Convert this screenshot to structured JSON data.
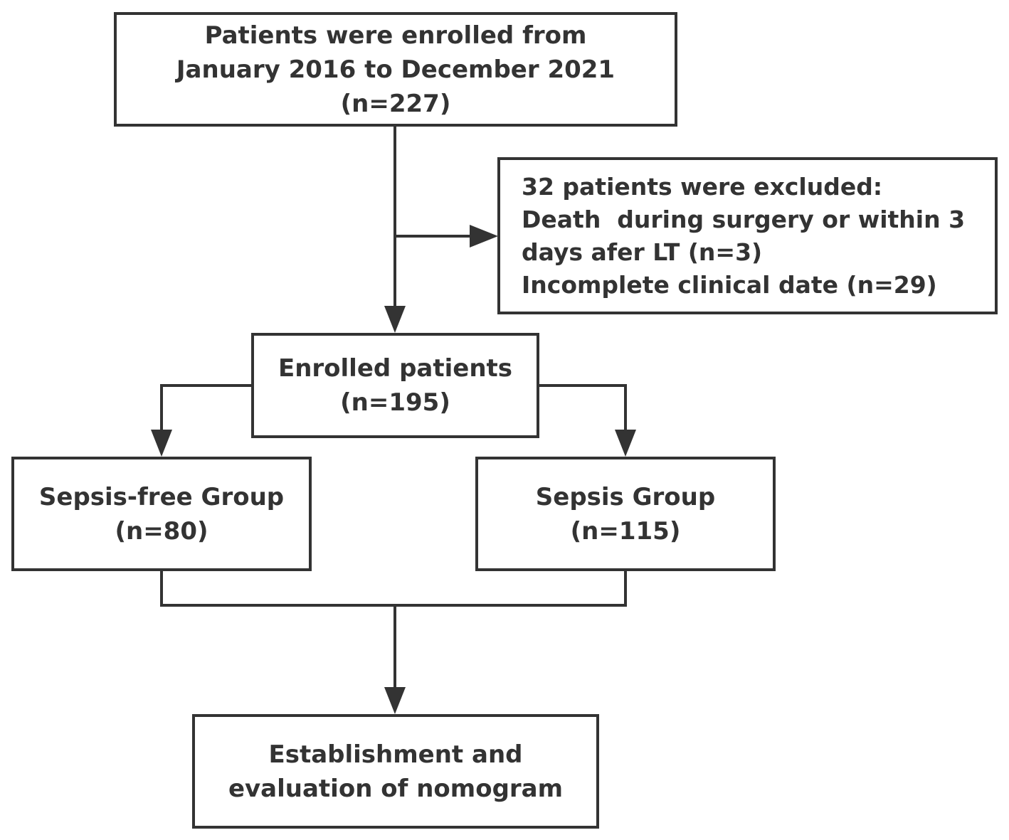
{
  "diagram": {
    "colors": {
      "stroke": "#333333",
      "text": "#333333",
      "background": "#ffffff"
    },
    "nodes": {
      "enrolled_all": {
        "lines": [
          "Patients were enrolled from",
          "January 2016 to December 2021",
          "(n=227)"
        ]
      },
      "excluded": {
        "lines": [
          "32 patients were excluded:",
          "Death  during surgery or within 3",
          "days afer LT (n=3)",
          "Incomplete clinical date (n=29)"
        ]
      },
      "enrolled_final": {
        "lines": [
          "Enrolled patients",
          "(n=195)"
        ]
      },
      "sepsis_free": {
        "lines": [
          "Sepsis-free Group",
          "(n=80)"
        ]
      },
      "sepsis": {
        "lines": [
          "Sepsis Group",
          "(n=115)"
        ]
      },
      "nomogram": {
        "lines": [
          "Establishment and",
          "evaluation of nomogram"
        ]
      }
    },
    "edges": [
      {
        "from": "enrolled_all",
        "to": "enrolled_final"
      },
      {
        "from": "enrolled_all",
        "to": "excluded"
      },
      {
        "from": "enrolled_final",
        "to": "sepsis_free"
      },
      {
        "from": "enrolled_final",
        "to": "sepsis"
      },
      {
        "from": "sepsis_free",
        "to": "nomogram"
      },
      {
        "from": "sepsis",
        "to": "nomogram"
      }
    ]
  }
}
